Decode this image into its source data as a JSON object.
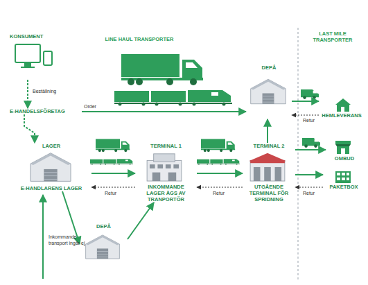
{
  "diagram": {
    "nodes": [
      {
        "text": [
          "KONSUMENT"
        ]
      },
      {
        "text": [
          "E-HANDELSFÖRETAG"
        ]
      },
      {
        "text": [
          "LAGER",
          "E-HANDLARENS LAGER"
        ]
      },
      {
        "text": [
          "TERMINAL 1",
          "INKOMMANDE LAGER ÄGS AV TRANPORTÖR"
        ]
      },
      {
        "text": [
          "DEPÅ"
        ]
      },
      {
        "text": [
          "DEPÅ"
        ]
      },
      {
        "text": [
          "TERMINAL 2",
          "UTGÅENDE TERMINAL FÖR SPRIDNING"
        ]
      },
      {
        "text": [
          "HEMLEVERANS"
        ]
      },
      {
        "text": [
          "OMBUD"
        ]
      },
      {
        "text": [
          "PAKETBOX"
        ]
      }
    ],
    "edges": [
      {
        "from": 0,
        "to": 1,
        "label": "Beställning",
        "arrow": "to"
      },
      {
        "from": 1,
        "to": 2,
        "arrow": "to"
      },
      {
        "from": 1,
        "to": 5,
        "label": "Order",
        "arrow": "to"
      },
      {
        "from": 2,
        "to": 3,
        "arrow": "to"
      },
      {
        "from": 3,
        "to": 2,
        "label": "Retur",
        "arrow": "to"
      },
      {
        "from": 2,
        "to": 4,
        "arrow": "to"
      },
      {
        "from": 4,
        "to": 3,
        "arrow": "to"
      },
      {
        "from": 3,
        "to": 6,
        "arrow": "to"
      },
      {
        "from": 6,
        "to": 3,
        "label": "Retur",
        "arrow": "to"
      },
      {
        "from": 6,
        "to": 5,
        "arrow": "to"
      },
      {
        "from": 5,
        "to": 7,
        "arrow": "to"
      },
      {
        "from": 7,
        "to": 5,
        "label": "Retur",
        "arrow": "to"
      },
      {
        "from": 6,
        "to": 8,
        "arrow": "to"
      },
      {
        "from": 6,
        "to": 9,
        "arrow": "to"
      },
      {
        "from": 9,
        "to": 6,
        "label": "Retur",
        "arrow": "to"
      }
    ],
    "labels": [
      "LINE HAUL TRANSPORTER",
      "LAST MILE TRANSPORTER",
      "Inkommande transport ingår ej"
    ]
  }
}
